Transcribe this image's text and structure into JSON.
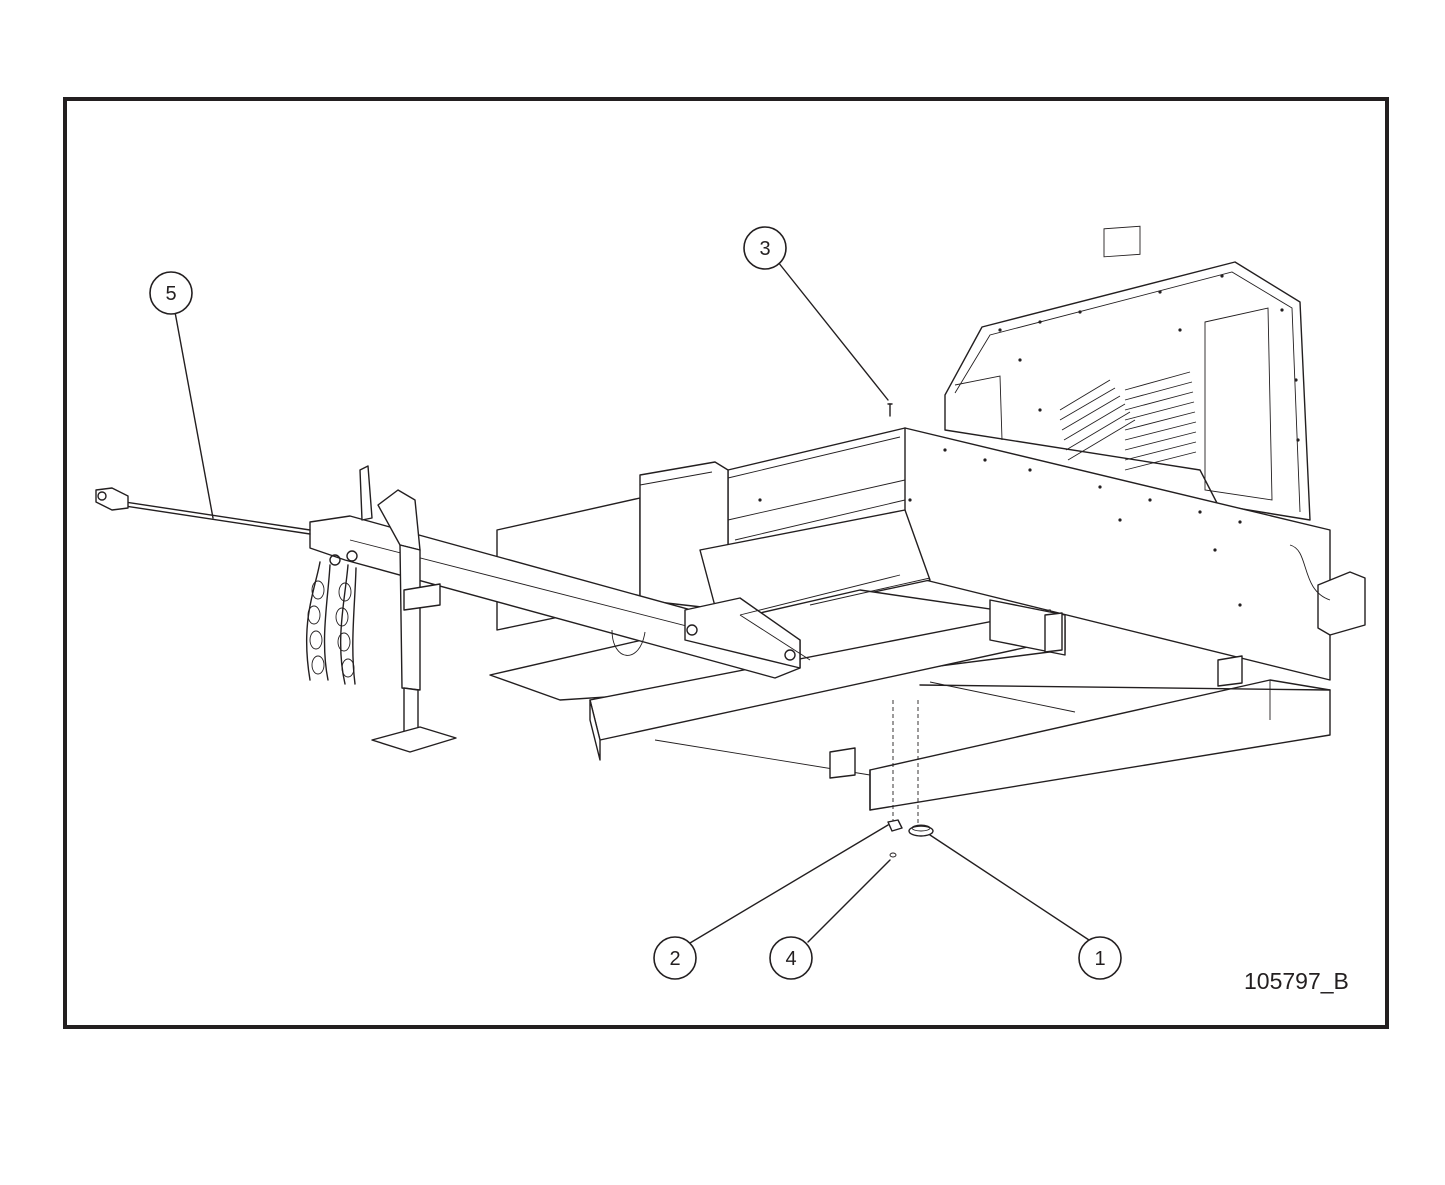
{
  "drawing": {
    "drawing_number": "105797_B",
    "callouts": [
      {
        "id": "callout-1",
        "label": "1"
      },
      {
        "id": "callout-2",
        "label": "2"
      },
      {
        "id": "callout-3",
        "label": "3"
      },
      {
        "id": "callout-4",
        "label": "4"
      },
      {
        "id": "callout-5",
        "label": "5"
      }
    ]
  },
  "colors": {
    "line": "#231f20",
    "background": "#ffffff"
  }
}
